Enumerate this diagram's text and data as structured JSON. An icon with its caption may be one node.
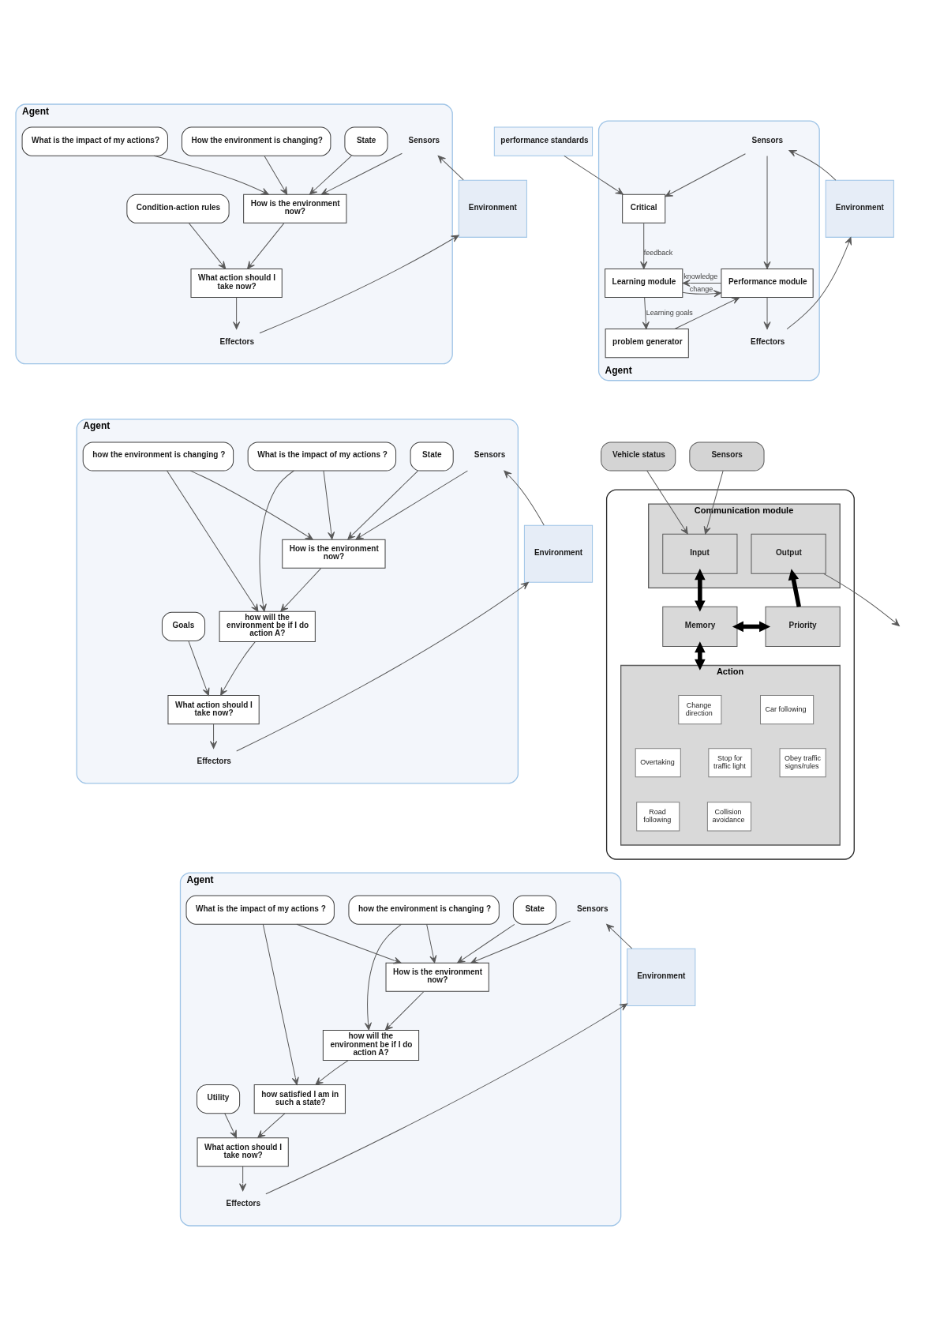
{
  "diagram": {
    "nodes": [
      {
        "text": [
          "Agent"
        ]
      },
      {
        "text": [
          "Sensors"
        ],
        "in": 0
      },
      {
        "text": [
          "State"
        ],
        "in": 0
      },
      {
        "text": [
          "How is the environment now?"
        ],
        "in": 0
      },
      {
        "text": [
          "How the environment is changing?"
        ],
        "in": 0
      },
      {
        "text": [
          "What is the impact of my actions?"
        ],
        "in": 0
      },
      {
        "text": [
          "Condition-action rules"
        ],
        "in": 0
      },
      {
        "text": [
          "What action should I take now?"
        ],
        "in": 0
      },
      {
        "text": [
          "Effectors"
        ],
        "in": 0
      },
      {
        "text": [
          "Environment"
        ]
      },
      {
        "text": [
          "performance standards"
        ]
      },
      {
        "text": [
          "Agent"
        ]
      },
      {
        "text": [
          "Critical"
        ],
        "in": 11
      },
      {
        "text": [
          "Sensors"
        ],
        "in": 11
      },
      {
        "text": [
          "Learning module"
        ],
        "in": 11
      },
      {
        "text": [
          "Performance module"
        ],
        "in": 11
      },
      {
        "text": [
          "problem generator"
        ],
        "in": 11
      },
      {
        "text": [
          "Effectors"
        ],
        "in": 11
      },
      {
        "text": [
          "Environment"
        ]
      },
      {
        "text": [
          "Agent"
        ]
      },
      {
        "text": [
          "Sensors"
        ],
        "in": 19
      },
      {
        "text": [
          "State"
        ],
        "in": 19
      },
      {
        "text": [
          "How is the environment now?"
        ],
        "in": 19
      },
      {
        "text": [
          "how the environment is changing ?"
        ],
        "in": 19
      },
      {
        "text": [
          "What is the impact of my actions ?"
        ],
        "in": 19
      },
      {
        "text": [
          "how will the environment be if I do action A?"
        ],
        "in": 19
      },
      {
        "text": [
          "Goals"
        ],
        "in": 19
      },
      {
        "text": [
          "What action should I take now?"
        ],
        "in": 19
      },
      {
        "text": [
          "Effectors"
        ],
        "in": 19
      },
      {
        "text": [
          "Environment"
        ]
      },
      {
        "text": [],
        "shape": "box"
      },
      {
        "text": [
          "Communication module"
        ],
        "in": 30
      },
      {
        "text": [
          "Sensors"
        ]
      },
      {
        "text": [
          "Input"
        ],
        "in": 31
      },
      {
        "text": [
          "Output"
        ],
        "in": 31
      },
      {
        "text": [
          "Vehicle status"
        ]
      },
      {
        "text": [
          "Memory"
        ],
        "in": 30
      },
      {
        "text": [
          "Priority"
        ],
        "in": 30
      },
      {
        "text": [
          "Action"
        ],
        "in": 30
      },
      {
        "text": [
          "Change direction"
        ],
        "in": 38
      },
      {
        "text": [
          "Car following"
        ],
        "in": 38
      },
      {
        "text": [
          "Overtaking"
        ],
        "in": 38
      },
      {
        "text": [
          "Stop for traffic light"
        ],
        "in": 38
      },
      {
        "text": [
          "Obey traffic signs/rules"
        ],
        "in": 38
      },
      {
        "text": [
          "Road following"
        ],
        "in": 38
      },
      {
        "text": [
          "Collision avoidance"
        ],
        "in": 38
      },
      {
        "text": [
          "Agent"
        ]
      },
      {
        "text": [
          "Sensors"
        ],
        "in": 46
      },
      {
        "text": [
          "State"
        ],
        "in": 46
      },
      {
        "text": [
          "How is the environment now?"
        ],
        "in": 46
      },
      {
        "text": [
          "how the environment is changing ?"
        ],
        "in": 46
      },
      {
        "text": [
          "What is the impact of my actions ?"
        ],
        "in": 46
      },
      {
        "text": [
          "how will the environment be if I do action A?"
        ],
        "in": 46
      },
      {
        "text": [
          "how satisfied I am in such a state?"
        ],
        "in": 46
      },
      {
        "text": [
          "Utility"
        ],
        "in": 46
      },
      {
        "text": [
          "What action should I take now?"
        ],
        "in": 46
      },
      {
        "text": [
          "Effectors"
        ],
        "in": 46
      },
      {
        "text": [
          "Environment"
        ]
      }
    ],
    "edges": [
      {
        "from": 9,
        "to": 1,
        "arrow": "to"
      },
      {
        "from": 1,
        "to": 3,
        "arrow": "to"
      },
      {
        "from": 2,
        "to": 3,
        "arrow": "to"
      },
      {
        "from": 4,
        "to": 3,
        "arrow": "to"
      },
      {
        "from": 5,
        "to": 3,
        "arrow": "to"
      },
      {
        "from": 3,
        "to": 7,
        "arrow": "to"
      },
      {
        "from": 6,
        "to": 7,
        "arrow": "to"
      },
      {
        "from": 7,
        "to": 8,
        "arrow": "to"
      },
      {
        "from": 8,
        "to": 9,
        "arrow": "to"
      },
      {
        "from": 10,
        "to": 12,
        "arrow": "to"
      },
      {
        "from": 18,
        "to": 13,
        "arrow": "to"
      },
      {
        "from": 13,
        "to": 12,
        "arrow": "to"
      },
      {
        "from": 13,
        "to": 15,
        "arrow": "to"
      },
      {
        "from": 12,
        "to": 14,
        "arrow": "to",
        "label": "feedback"
      },
      {
        "from": 14,
        "to": 15,
        "arrow": "to",
        "label": "change"
      },
      {
        "from": 15,
        "to": 14,
        "arrow": "to",
        "label": "knowledge"
      },
      {
        "from": 14,
        "to": 16,
        "arrow": "to",
        "label": "Learning goals"
      },
      {
        "from": 16,
        "to": 15,
        "arrow": "to"
      },
      {
        "from": 15,
        "to": 17,
        "arrow": "to"
      },
      {
        "from": 17,
        "to": 18,
        "arrow": "to"
      },
      {
        "from": 29,
        "to": 20,
        "arrow": "to"
      },
      {
        "from": 20,
        "to": 22,
        "arrow": "to"
      },
      {
        "from": 21,
        "to": 22,
        "arrow": "to"
      },
      {
        "from": 23,
        "to": 22,
        "arrow": "to"
      },
      {
        "from": 23,
        "to": 25,
        "arrow": "to"
      },
      {
        "from": 24,
        "to": 22,
        "arrow": "to"
      },
      {
        "from": 24,
        "to": 25,
        "arrow": "to"
      },
      {
        "from": 22,
        "to": 25,
        "arrow": "to"
      },
      {
        "from": 25,
        "to": 27,
        "arrow": "to"
      },
      {
        "from": 26,
        "to": 27,
        "arrow": "to"
      },
      {
        "from": 27,
        "to": 28,
        "arrow": "to"
      },
      {
        "from": 28,
        "to": 29,
        "arrow": "to"
      },
      {
        "from": 32,
        "to": 33,
        "arrow": "to"
      },
      {
        "from": 35,
        "to": 33,
        "arrow": "to"
      },
      {
        "from": 34,
        "to": null,
        "arrow": "to"
      },
      {
        "from": 33,
        "to": 36,
        "arrow": "both",
        "style": "thick"
      },
      {
        "from": 36,
        "to": 37,
        "arrow": "both",
        "style": "thick"
      },
      {
        "from": 37,
        "to": 34,
        "arrow": "to",
        "style": "thick"
      },
      {
        "from": 36,
        "to": 38,
        "arrow": "both",
        "style": "thick"
      },
      {
        "from": 57,
        "to": 47,
        "arrow": "to"
      },
      {
        "from": 47,
        "to": 49,
        "arrow": "to"
      },
      {
        "from": 48,
        "to": 49,
        "arrow": "to"
      },
      {
        "from": 50,
        "to": 49,
        "arrow": "to"
      },
      {
        "from": 50,
        "to": 52,
        "arrow": "to"
      },
      {
        "from": 51,
        "to": 49,
        "arrow": "to"
      },
      {
        "from": 51,
        "to": 53,
        "arrow": "to"
      },
      {
        "from": 49,
        "to": 52,
        "arrow": "to"
      },
      {
        "from": 52,
        "to": 53,
        "arrow": "to"
      },
      {
        "from": 53,
        "to": 55,
        "arrow": "to"
      },
      {
        "from": 54,
        "to": 55,
        "arrow": "to"
      },
      {
        "from": 55,
        "to": 56,
        "arrow": "to"
      },
      {
        "from": 56,
        "to": 57,
        "arrow": "to"
      }
    ]
  }
}
